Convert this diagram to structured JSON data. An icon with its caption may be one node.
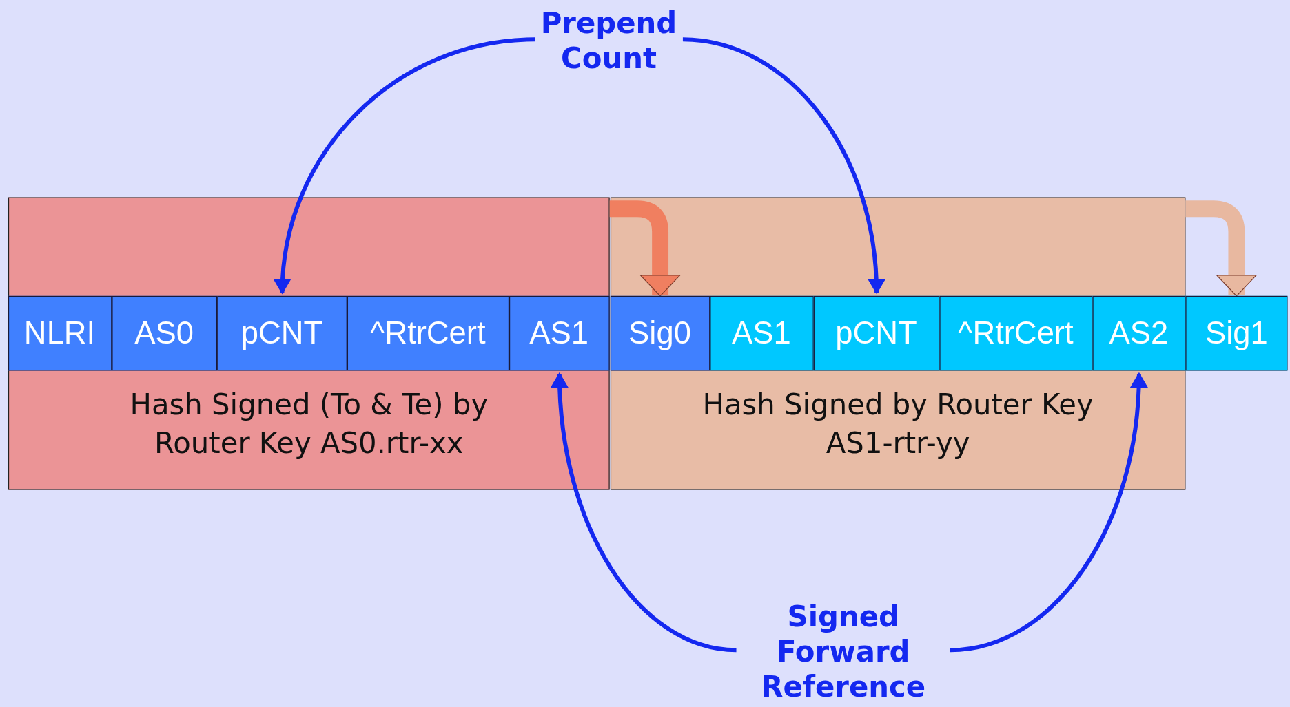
{
  "diagram": {
    "nodes": [
      {
        "text": [
          "Hash Signed (To & Te) by Router Key AS0.rtr-xx"
        ]
      },
      {
        "text": [
          "Hash Signed by Router Key AS1-rtr-yy"
        ]
      },
      {
        "text": [
          "NLRI"
        ],
        "in": 0
      },
      {
        "text": [
          "AS0"
        ],
        "in": 0
      },
      {
        "text": [
          "pCNT"
        ],
        "in": 0
      },
      {
        "text": [
          "^RtrCert"
        ],
        "in": 0
      },
      {
        "text": [
          "AS1"
        ],
        "in": 0
      },
      {
        "text": [
          "Sig0"
        ],
        "in": 1
      },
      {
        "text": [
          "AS1"
        ],
        "in": 1
      },
      {
        "text": [
          "pCNT"
        ],
        "in": 1
      },
      {
        "text": [
          "^RtrCert"
        ],
        "in": 1
      },
      {
        "text": [
          "AS2"
        ],
        "in": 1
      },
      {
        "text": [
          "Sig1"
        ]
      },
      {
        "text": [
          "Prepend Count"
        ]
      },
      {
        "text": [
          "Signed Forward Reference"
        ]
      }
    ],
    "edges": [
      {
        "from": 13,
        "to": 4,
        "arrow": "to"
      },
      {
        "from": 13,
        "to": 9,
        "arrow": "to"
      },
      {
        "from": 14,
        "to": 6,
        "arrow": "to"
      },
      {
        "from": 14,
        "to": 11,
        "arrow": "to"
      },
      {
        "from": 0,
        "to": 7,
        "arrow": "to",
        "style": "thick",
        "color": "#f07f60"
      },
      {
        "from": 1,
        "to": 12,
        "arrow": "to",
        "style": "thick",
        "color": "#e8b8a0"
      }
    ]
  }
}
